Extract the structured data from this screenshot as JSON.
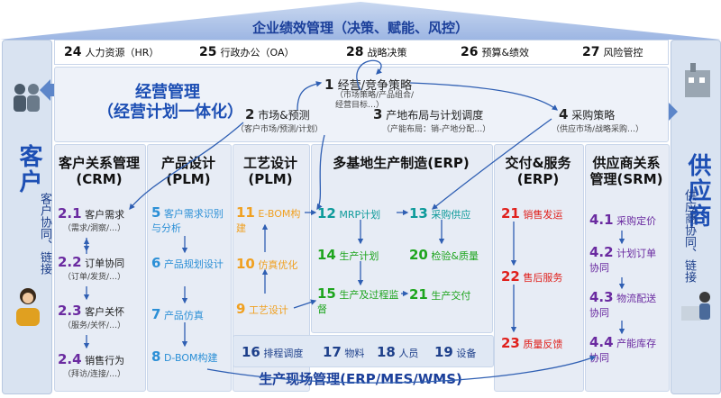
{
  "header": {
    "title": "企业绩效管理（决策、赋能、风控）"
  },
  "sides": {
    "customer": {
      "title": "客户",
      "collab": "客户协同、链接",
      "arrow": "需求"
    },
    "supplier": {
      "title": "供应商",
      "collab": "供应商协同、链接",
      "arrow": "供应"
    }
  },
  "topbar": [
    {
      "num": "24",
      "label": "人力资源（HR）"
    },
    {
      "num": "25",
      "label": "行政办公（OA）"
    },
    {
      "num": "28",
      "label": "战略决策"
    },
    {
      "num": "26",
      "label": "预算&绩效"
    },
    {
      "num": "27",
      "label": "风险管控"
    }
  ],
  "management": {
    "title1": "经营管理",
    "title2": "（经营计划一体化）",
    "n1": "1",
    "l1": "经营/竞争策略",
    "s1": "（市场策略/产品组合/经营目标…）",
    "n2": "2",
    "l2": "市场&预测",
    "s2": "（客户市场/预测/计划）",
    "n3": "3",
    "l3": "产地布局与计划调度",
    "s3": "（产能布局：销-产地分配…）",
    "n4": "4",
    "l4": "采购策略",
    "s4": "（供应市场/战略采购…）"
  },
  "crm": {
    "title": "客户关系管理(CRM)",
    "items": [
      {
        "num": "2.1",
        "label": "客户需求",
        "sub": "（需求/洞察/…）"
      },
      {
        "num": "2.2",
        "label": "订单协同",
        "sub": "（订单/发货/…）"
      },
      {
        "num": "2.3",
        "label": "客户关怀",
        "sub": "（服务/关怀/…）"
      },
      {
        "num": "2.4",
        "label": "销售行为",
        "sub": "（拜访/连接/…）"
      }
    ]
  },
  "plm1": {
    "title": "产品设计(PLM)",
    "items": [
      {
        "num": "5",
        "label": "客户需求识别与分析"
      },
      {
        "num": "6",
        "label": "产品规划设计"
      },
      {
        "num": "7",
        "label": "产品仿真"
      },
      {
        "num": "8",
        "label": "D-BOM构建"
      }
    ]
  },
  "plm2": {
    "title": "工艺设计(PLM)",
    "items": [
      {
        "num": "11",
        "label": "E-BOM构建"
      },
      {
        "num": "10",
        "label": "仿真优化"
      },
      {
        "num": "9",
        "label": "工艺设计"
      }
    ]
  },
  "erp": {
    "title": "多基地生产制造(ERP)",
    "items": [
      {
        "num": "12",
        "label": "MRP计划"
      },
      {
        "num": "13",
        "label": "采购供应"
      },
      {
        "num": "14",
        "label": "生产计划"
      },
      {
        "num": "20",
        "label": "检验&质量"
      },
      {
        "num": "15",
        "label": "生产及过程监督"
      },
      {
        "num": "21",
        "label": "生产交付"
      }
    ]
  },
  "delivery": {
    "title": "交付&服务(ERP)",
    "items": [
      {
        "num": "21",
        "label": "销售发运"
      },
      {
        "num": "22",
        "label": "售后服务"
      },
      {
        "num": "23",
        "label": "质量反馈"
      }
    ]
  },
  "srm": {
    "title": "供应商关系管理(SRM)",
    "items": [
      {
        "num": "4.1",
        "label": "采购定价"
      },
      {
        "num": "4.2",
        "label": "计划订单协同"
      },
      {
        "num": "4.3",
        "label": "物流配送协同"
      },
      {
        "num": "4.4",
        "label": "产能库存协同"
      }
    ]
  },
  "shopfloor": {
    "title": "生产现场管理(ERP/MES/WMS)",
    "items": [
      {
        "num": "16",
        "label": "排程调度"
      },
      {
        "num": "17",
        "label": "物料"
      },
      {
        "num": "18",
        "label": "人员"
      },
      {
        "num": "19",
        "label": "设备"
      }
    ]
  }
}
